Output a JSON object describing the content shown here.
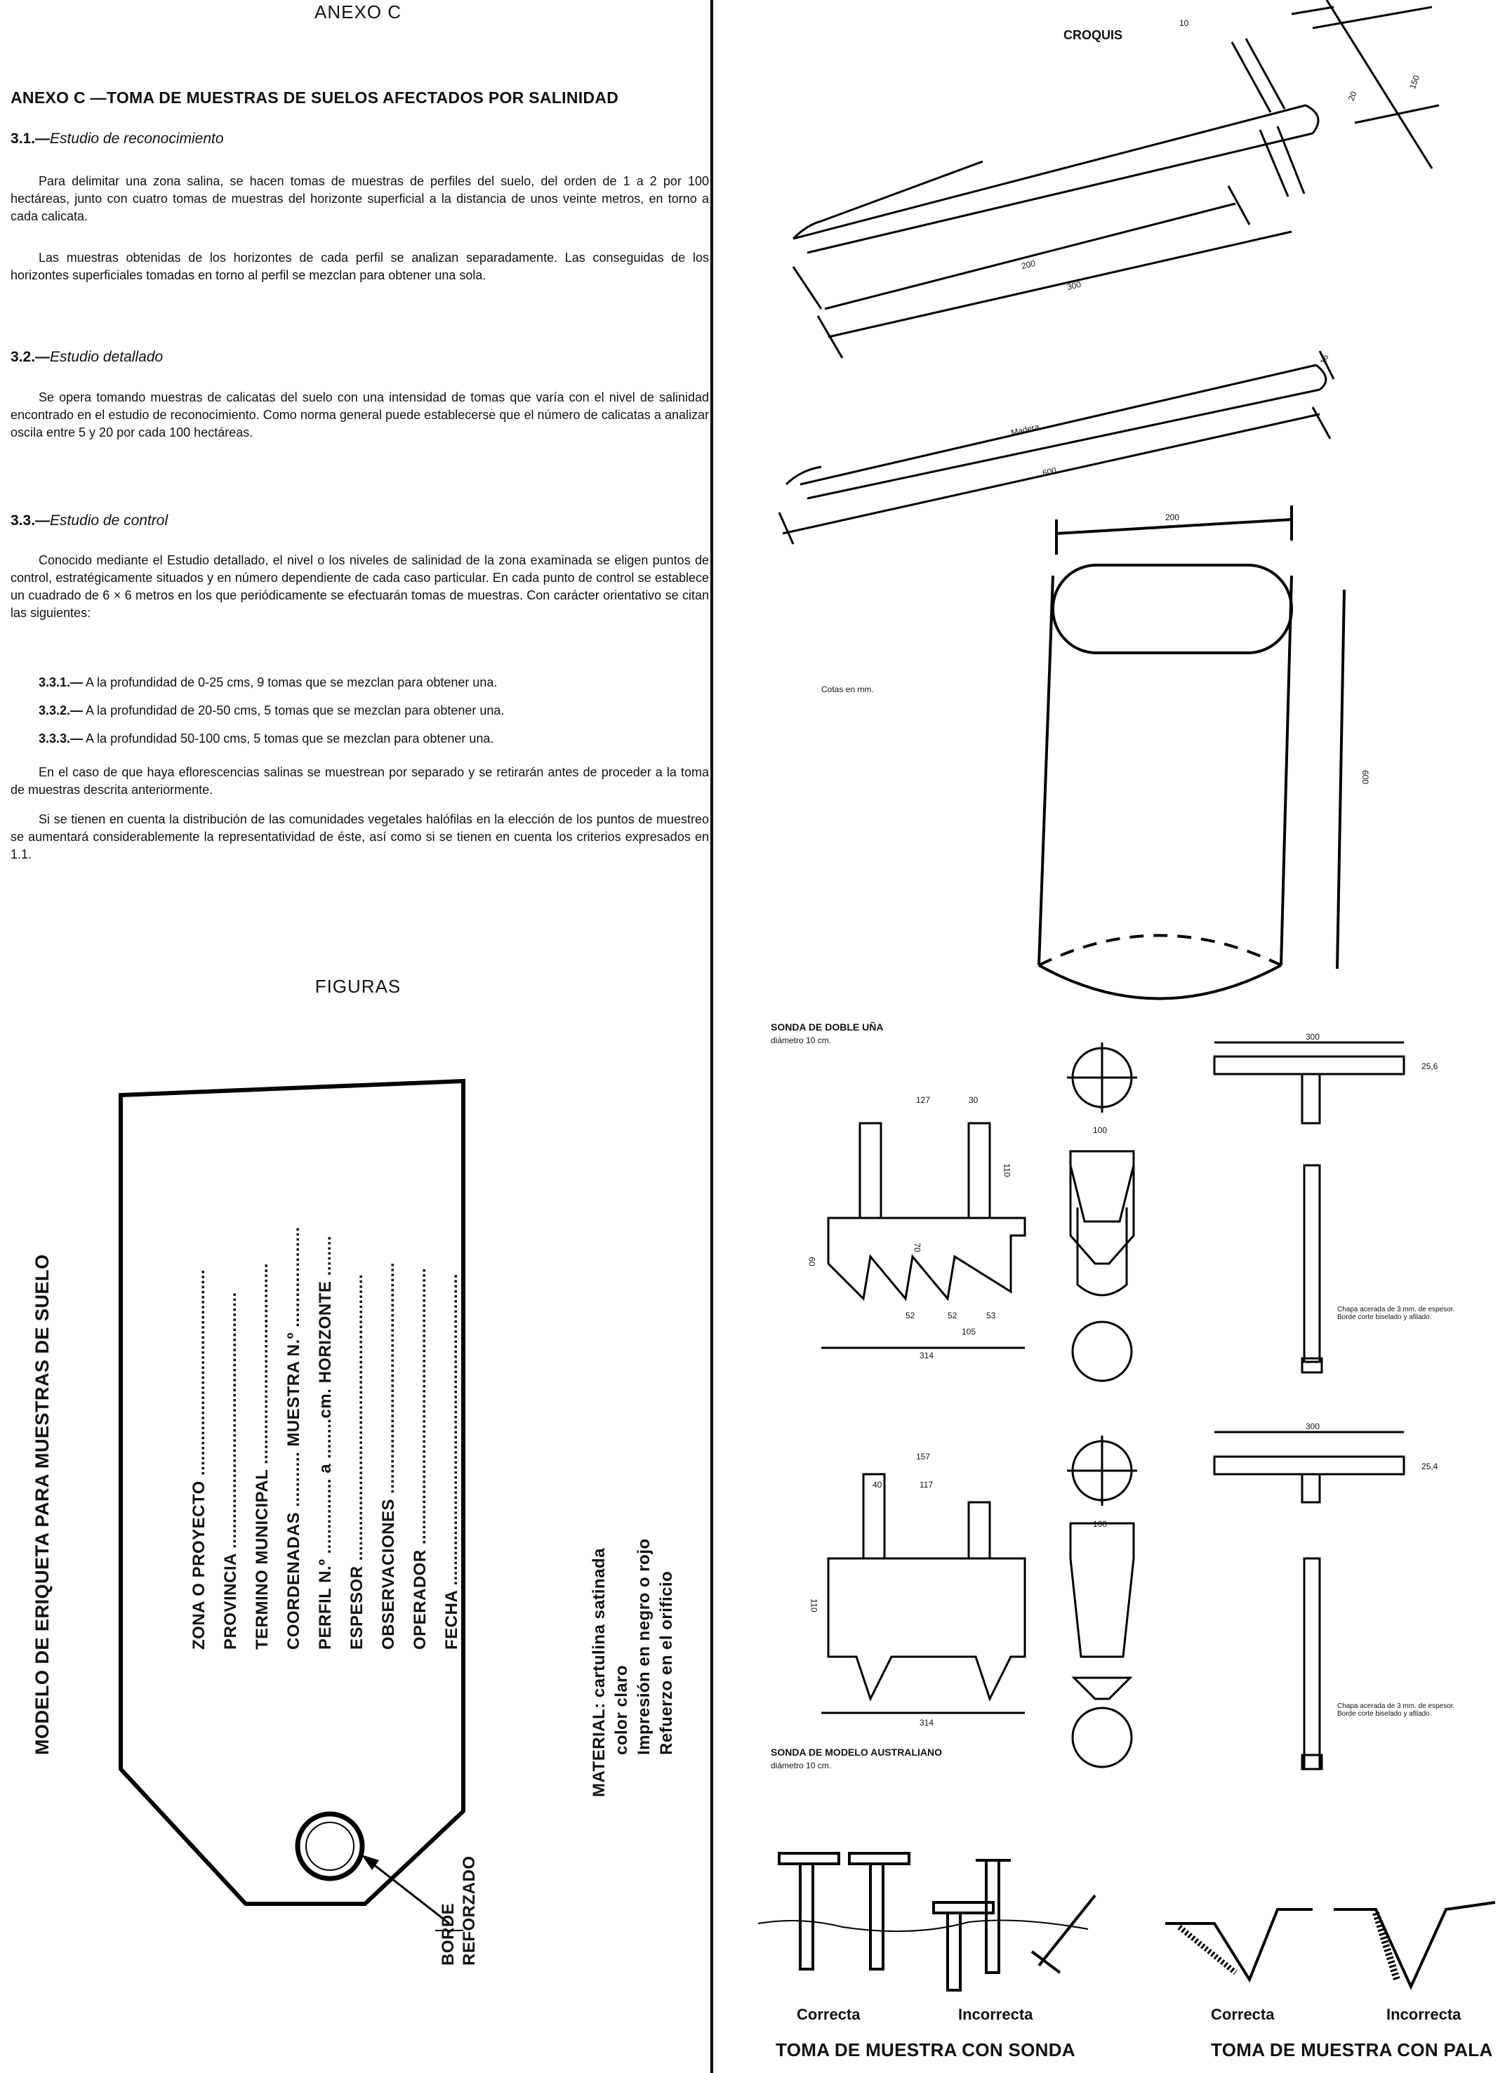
{
  "header": {
    "annex": "ANEXO C"
  },
  "title": "ANEXO C —TOMA DE MUESTRAS DE SUELOS AFECTADOS POR SALINIDAD",
  "sections": [
    {
      "num": "3.1.—",
      "title": "Estudio de reconocimiento"
    },
    {
      "num": "3.2.—",
      "title": "Estudio detallado"
    },
    {
      "num": "3.3.—",
      "title": "Estudio de control"
    }
  ],
  "paragraphs": [
    "Para delimitar una zona salina, se hacen tomas de muestras de perfiles del suelo, del orden de 1 a 2 por 100 hectáreas, junto con cuatro tomas de muestras del horizonte superficial a la distancia de unos veinte metros, en torno a cada calicata.",
    "Las muestras obtenidas de los horizontes de cada perfil se analizan separadamente. Las conseguidas de los horizontes superficiales tomadas en torno al perfil se mezclan para obtener una sola.",
    "Se opera tomando muestras de calicatas del suelo con una intensidad de tomas que varía con el nivel de salinidad encontrado en el estudio de reconocimiento. Como norma general puede establecerse que el número de calicatas a analizar oscila entre 5 y 20 por cada 100 hectáreas.",
    "Conocido mediante el Estudio detallado, el nivel o los niveles de salinidad de la zona examinada se eligen puntos de control, estratégicamente situados y en número dependiente de cada caso particular. En cada punto de control se establece un cuadrado de 6 × 6 metros en los que periódicamente se efectuarán tomas de muestras. Con carácter orientativo se citan las siguientes:",
    "En el caso de que haya eflorescencias salinas se muestrean por separado y se retirarán antes de proceder a la toma de muestras descrita anteriormente.",
    "Si se tienen en cuenta la distribución de las comunidades vegetales halófilas en la elección de los puntos de muestreo se aumentará considerablemente la representatividad de éste, así como si se tienen en cuenta los criterios expresados en 1.1."
  ],
  "items": [
    {
      "num": "3.3.1.—",
      "text": "A la profundidad de 0-25 cms, 9 tomas que se mezclan para obtener una."
    },
    {
      "num": "3.3.2.—",
      "text": "A la profundidad de 20-50 cms, 5 tomas que se mezclan para obtener una."
    },
    {
      "num": "3.3.3.—",
      "text": "A la profundidad 50-100 cms, 5 tomas que se mezclan para obtener una."
    }
  ],
  "figures_title": "FIGURAS",
  "tag": {
    "title": "MODELO DE ERIQUETA PARA MUESTRAS DE SUELO",
    "fields": [
      "ZONA O PROYECTO .........................................",
      "PROVINCIA ...................................................",
      "TERMINO MUNICIPAL ........................................",
      "COORDENADAS ........... MUESTRA N.º ....................",
      "PERFIL N.º ............... a ........cm. HORIZONTE ........",
      "ESPESOR .........................................................",
      "OBSERVACIONES ..............................................",
      "OPERADOR .......................................................",
      "FECHA .............................................................."
    ],
    "material": [
      "MATERIAL: cartulina satinada",
      "color claro",
      "Impresión en negro o rojo",
      "Refuerzo en el orificio"
    ],
    "border": [
      "BORDE",
      "REFORZADO"
    ]
  },
  "drawings": {
    "croquis": "CROQUIS",
    "dims": [
      "10",
      "20",
      "150",
      "200",
      "300",
      "16",
      "600",
      "200",
      "600"
    ],
    "madera": "Madera",
    "cotas": "Cotas en mm.",
    "sonda1": {
      "title": "SONDA DE DOBLE UÑA",
      "sub": "diámetro 10 cm.",
      "dims": [
        "127",
        "30",
        "100",
        "110",
        "60",
        "70",
        "52",
        "52",
        "53",
        "105",
        "314",
        "300",
        "25,6"
      ],
      "note": "Chapa acerada de 3 mm. de espesor. Borde corte biselado y afilado."
    },
    "sonda2": {
      "title": "SONDA DE MODELO AUSTRALIANO",
      "sub": "diámetro 10 cm.",
      "dims": [
        "157",
        "40",
        "117",
        "100",
        "110",
        "314",
        "300",
        "25,4"
      ],
      "note": "Chapa acerada de 3 mm. de espesor. Borde corte biselado y afilado."
    }
  },
  "bottom": {
    "sonda": {
      "correct": "Correcta",
      "incorrect": "Incorrecta",
      "caption": "TOMA DE MUESTRA CON SONDA"
    },
    "pala": {
      "correct": "Correcta",
      "incorrect": "Incorrecta",
      "caption": "TOMA DE MUESTRA CON PALA"
    }
  }
}
